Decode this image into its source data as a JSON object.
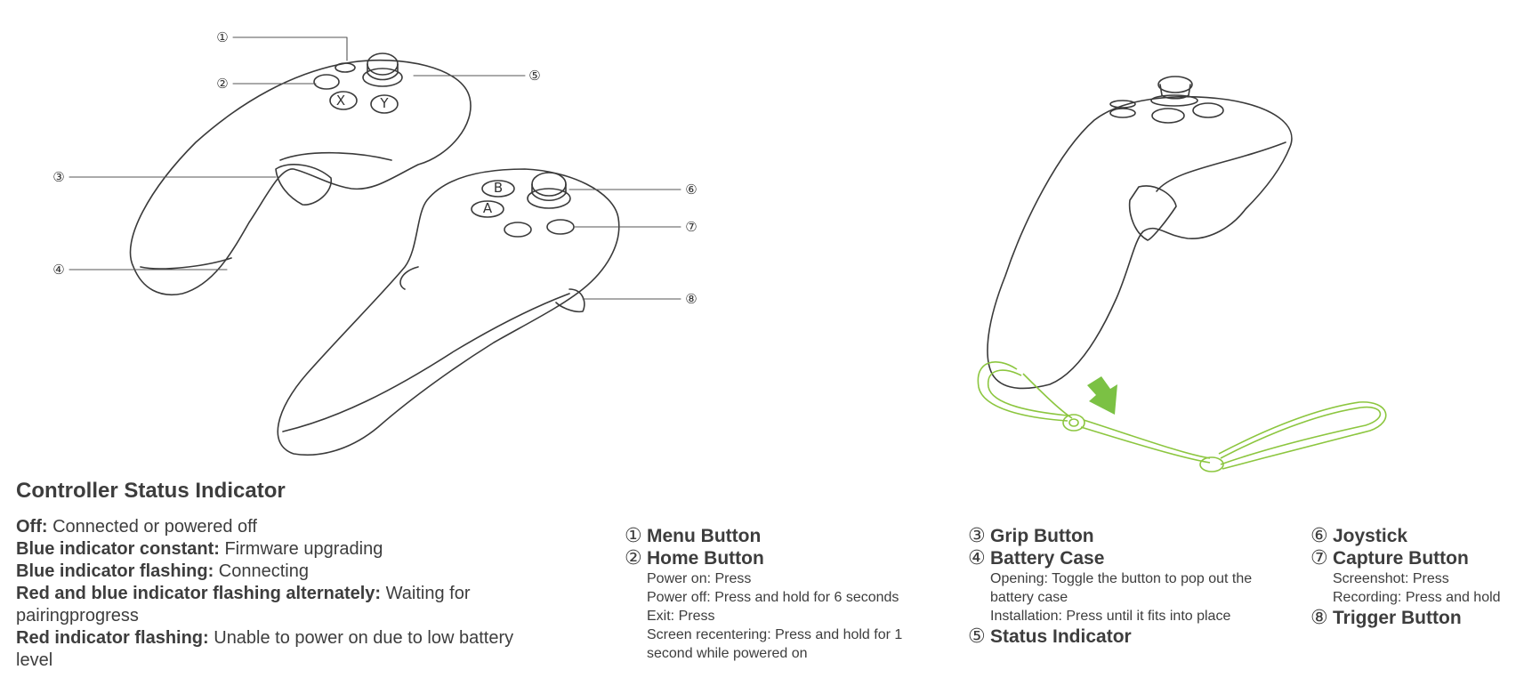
{
  "callouts": [
    "①",
    "②",
    "③",
    "④",
    "⑤",
    "⑥",
    "⑦",
    "⑧"
  ],
  "button_glyphs": {
    "x": "X",
    "y": "Y",
    "a": "A",
    "b": "B"
  },
  "colors": {
    "strap": "#8cc63f",
    "arrow": "#7bc144",
    "line": "#3a3a3a"
  },
  "status": {
    "title": "Controller Status Indicator",
    "lines": [
      {
        "label": "Off:",
        "text": " Connected or powered off"
      },
      {
        "label": "Blue indicator constant:",
        "text": " Firmware upgrading"
      },
      {
        "label": "Blue indicator flashing:",
        "text": " Connecting"
      },
      {
        "label": "Red and blue indicator flashing alternately:",
        "text": " Waiting for pairingprogress"
      },
      {
        "label": "Red indicator flashing:",
        "text": " Unable to power on due to low battery level"
      }
    ]
  },
  "legend": {
    "col1": [
      {
        "num": "①",
        "title": "Menu Button",
        "subs": []
      },
      {
        "num": "②",
        "title": "Home Button",
        "subs": [
          "Power on: Press",
          "Power off: Press and hold for 6 seconds",
          "Exit: Press",
          "Screen recentering: Press and hold for 1 second while powered on"
        ]
      }
    ],
    "col2": [
      {
        "num": "③",
        "title": "Grip Button",
        "subs": []
      },
      {
        "num": "④",
        "title": "Battery Case",
        "subs": [
          "Opening: Toggle the button to pop out the battery case",
          "Installation: Press until it fits into place"
        ]
      },
      {
        "num": "⑤",
        "title": "Status Indicator",
        "subs": []
      }
    ],
    "col3": [
      {
        "num": "⑥",
        "title": "Joystick",
        "subs": []
      },
      {
        "num": "⑦",
        "title": "Capture Button",
        "subs": [
          "Screenshot: Press",
          "Recording: Press and hold"
        ]
      },
      {
        "num": "⑧",
        "title": "Trigger Button",
        "subs": []
      }
    ]
  }
}
